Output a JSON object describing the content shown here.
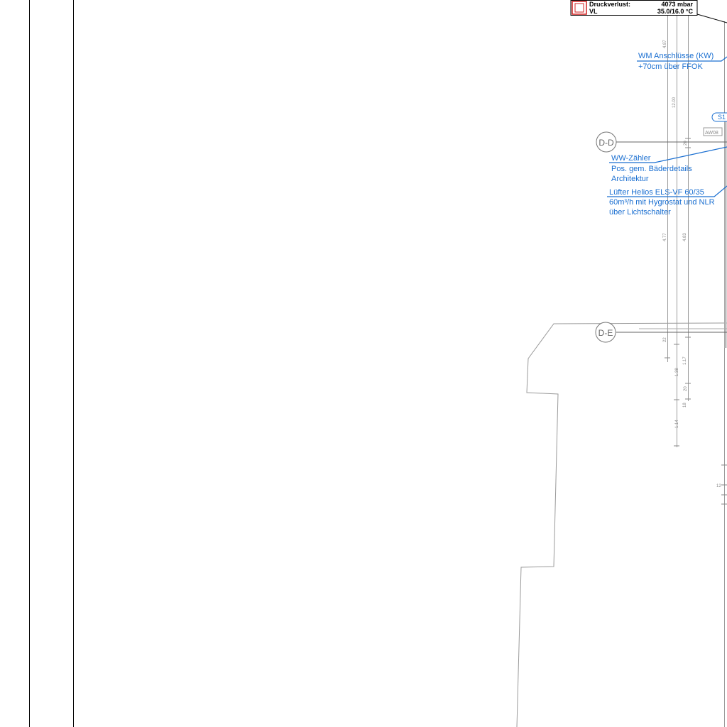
{
  "legend_box": {
    "row1_label": "Druckverlust:",
    "row1_value": "4073 mbar",
    "row2_label": "VL",
    "row2_value": "35.0/16.0 °C"
  },
  "annotations": {
    "wm": [
      "WM Anschlüsse (KW)",
      "+70cm über FFOK"
    ],
    "ww": [
      "WW-Zähler",
      "Pos. gem. Bäderdetails",
      "Architektur"
    ],
    "luefter": [
      "Lüfter Helios ELS-VF 60/35",
      "60m³/h mit Hygrostat und NLR",
      "über Lichtschalter"
    ]
  },
  "section_markers": [
    "D-D",
    "D-E"
  ],
  "tags": {
    "s1": "S1",
    "aw": "AW08"
  },
  "dimensions": [
    "4.87",
    "12.00",
    "20",
    "4.77",
    "4.83",
    "22",
    "1.17",
    "1.38",
    "20",
    "18",
    "1.14",
    "12"
  ],
  "colors": {
    "annotation": "#1a6fd1",
    "logo": "#d02020"
  }
}
